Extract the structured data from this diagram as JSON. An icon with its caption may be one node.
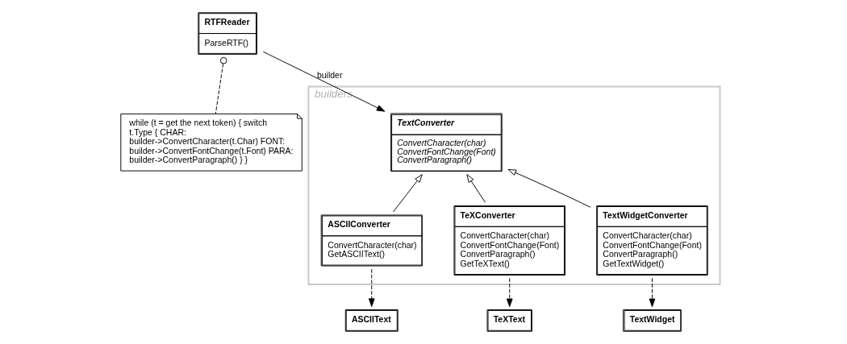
{
  "diagram": {
    "nodes": [
      {
        "text": [
          "RTFReader",
          "ParseRTF()"
        ]
      },
      {
        "text": [
          "while (t = get the next token) { switch t.Type { CHAR: builder->ConvertCharacter(t.Char) FONT: builder->ConvertFontChange(t.Font) PARA: builder->ConvertParagraph() } }"
        ]
      },
      {
        "text": [
          "builders"
        ]
      },
      {
        "text": [
          "TextConverter",
          "ConvertCharacter(char) ConvertFontChange(Font) ConvertParagraph()"
        ],
        "in": 2
      },
      {
        "text": [
          "ASCIIConverter",
          "ConvertCharacter(char) GetASCIIText()"
        ],
        "in": 2
      },
      {
        "text": [
          "TeXConverter",
          "ConvertCharacter(char) ConvertFontChange(Font) ConvertParagraph() GetTeXText()"
        ],
        "in": 2
      },
      {
        "text": [
          "TextWidgetConverter",
          "ConvertCharacter(char) ConvertFontChange(Font) ConvertParagraph() GetTextWidget()"
        ],
        "in": 2
      },
      {
        "text": [
          "ASCIIText"
        ]
      },
      {
        "text": [
          "TeXText"
        ]
      },
      {
        "text": [
          "TextWidget"
        ]
      }
    ],
    "edges": [
      {
        "from": 0,
        "to": 3,
        "arrow": "to",
        "label": "builder"
      },
      {
        "from": 0,
        "to": 1,
        "arrow": "other",
        "style": "dashed"
      },
      {
        "from": 4,
        "to": 3,
        "arrow": "to"
      },
      {
        "from": 5,
        "to": 3,
        "arrow": "to"
      },
      {
        "from": 6,
        "to": 3,
        "arrow": "to"
      },
      {
        "from": 4,
        "to": 7,
        "arrow": "to",
        "style": "dashed"
      },
      {
        "from": 5,
        "to": 8,
        "arrow": "to",
        "style": "dashed"
      },
      {
        "from": 6,
        "to": 9,
        "arrow": "to",
        "style": "dashed"
      }
    ]
  }
}
